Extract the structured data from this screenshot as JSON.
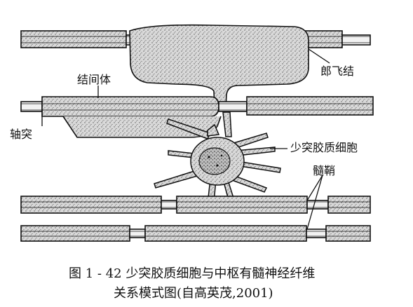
{
  "labels": {
    "node": "郎飞结",
    "internode": "结间体",
    "axon": "轴突",
    "oligodendrocyte": "少突胶质细胞",
    "myelin_sheath": "髓鞘"
  },
  "caption": {
    "line1": "图 1 - 42   少突胶质细胞与中枢有髓神经纤维",
    "line2": "关系模式图(自高英茂,2001)"
  }
}
